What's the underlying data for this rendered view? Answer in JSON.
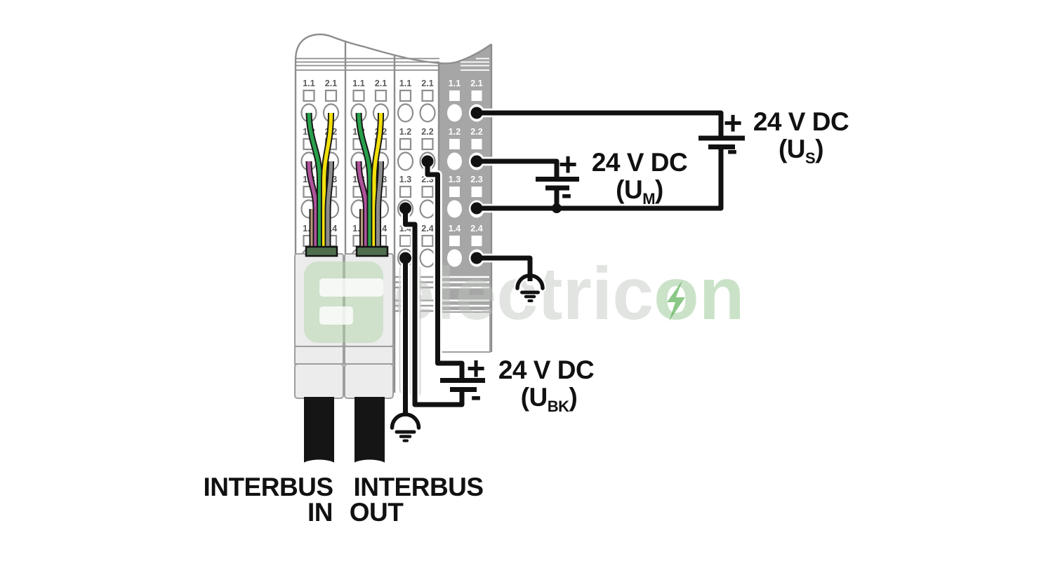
{
  "diagram": {
    "module": {
      "row_labels": [
        [
          "1.1",
          "2.1"
        ],
        [
          "1.2",
          "2.2"
        ],
        [
          "1.3",
          "2.3"
        ],
        [
          "1.4",
          "2.4"
        ]
      ]
    },
    "supplies": {
      "us": {
        "label": "24 V DC",
        "pre": "(U",
        "sub": "S",
        "post": ")",
        "plus": "+",
        "minus": "-"
      },
      "um": {
        "label": "24 V DC",
        "pre": "(U",
        "sub": "M",
        "post": ")",
        "plus": "+",
        "minus": "-"
      },
      "ubk": {
        "label": "24 V DC",
        "pre": "(U",
        "sub": "BK",
        "post": ")",
        "plus": "+",
        "minus": "-"
      }
    },
    "connectors": {
      "in": {
        "line1": "INTERBUS",
        "line2": "IN"
      },
      "out": {
        "line1": "INTERBUS",
        "line2": "OUT"
      }
    },
    "watermark": {
      "text1": "electric",
      "text2": "on"
    },
    "colors": {
      "wire_green": "#2aa14c",
      "wire_yellow": "#f2e10c",
      "wire_magenta": "#ae539a",
      "wire_gray": "#8c8c8c",
      "wire_brown": "#b69a77",
      "module_gray": "#a6a6a6",
      "outline_gray": "#8d8d8d",
      "connector_green": "#4e6e4e",
      "watermark_green": "#9ac894",
      "watermark_gray": "#dcdedc"
    }
  }
}
